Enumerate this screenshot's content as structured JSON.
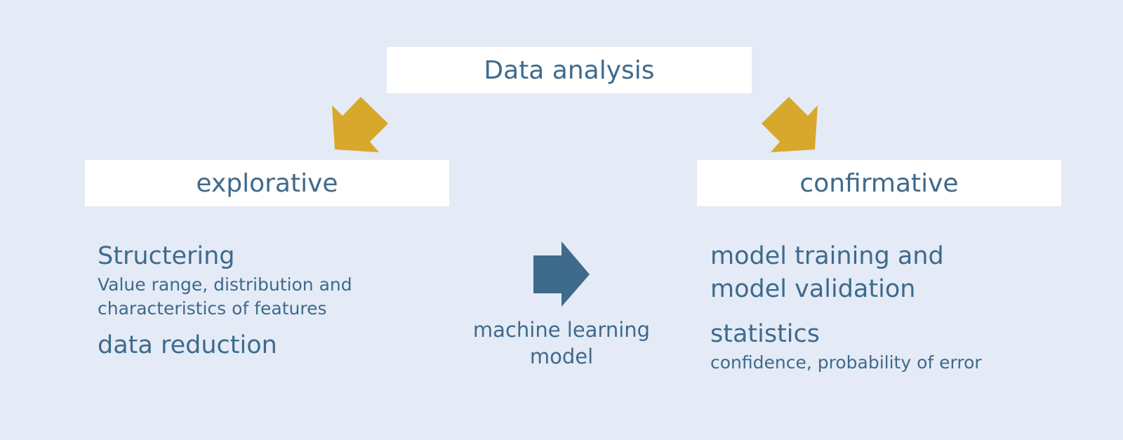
{
  "colors": {
    "background": "#e4ebf6",
    "box": "#ffffff",
    "text": "#3e6a8c",
    "arrow_gold": "#d7a82c",
    "arrow_blue": "#3e6a8c"
  },
  "top_box": {
    "label": "Data analysis"
  },
  "left_box": {
    "label": "explorative"
  },
  "right_box": {
    "label": "confirmative"
  },
  "explorative": {
    "structuring_title": "Structering",
    "structuring_desc_line1": "Value range, distribution and",
    "structuring_desc_line2": "characteristics of features",
    "reduction_title": "data reduction"
  },
  "center": {
    "label_line1": "machine learning",
    "label_line2": "model"
  },
  "confirmative": {
    "training_line1": "model training and",
    "training_line2": "model validation",
    "statistics_title": "statistics",
    "statistics_desc": "confidence, probability of error"
  }
}
